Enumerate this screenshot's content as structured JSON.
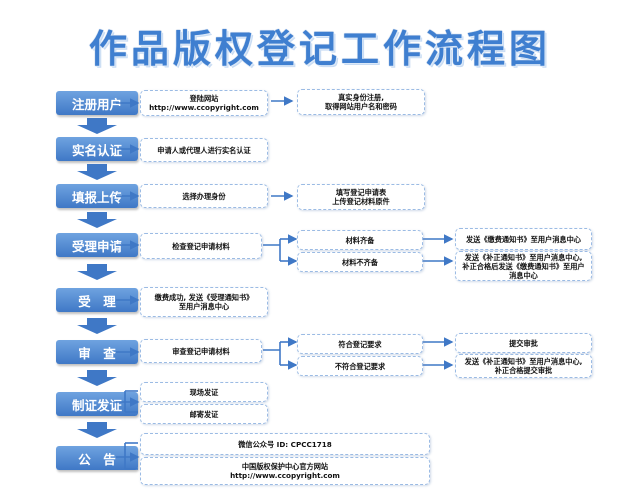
{
  "title": "作品版权登记工作流程图",
  "stages": [
    {
      "label": "注册用户"
    },
    {
      "label": "实名认证"
    },
    {
      "label": "填报上传"
    },
    {
      "label": "受理申请"
    },
    {
      "label": "受　理"
    },
    {
      "label": "审　查"
    },
    {
      "label": "制证发证"
    },
    {
      "label": "公　告"
    }
  ],
  "boxes": {
    "register_site": [
      "登陆网站",
      "http://www.ccopyright.com"
    ],
    "register_result": [
      "真实身份注册,",
      "取得网站用户名和密码"
    ],
    "realname": [
      "申请人或代理人进行实名认证"
    ],
    "choose_identity": [
      "选择办理身份"
    ],
    "fill_upload": [
      "填写登记申请表",
      "上传登记材料原件"
    ],
    "check_materials": [
      "检查登记申请材料"
    ],
    "materials_ok": [
      "材料齐备"
    ],
    "materials_not_ok": [
      "材料不齐备"
    ],
    "send_fee_notice": [
      "发送《缴费通知书》至用户消息中心"
    ],
    "send_correction": [
      "发送《补正通知书》至用户消息中心,",
      "补正合格后发送《缴费通知书》至用户",
      "消息中心"
    ],
    "fee_paid": [
      "缴费成功, 发送《受理通知书》",
      "至用户消息中心"
    ],
    "review_materials": [
      "审查登记申请材料"
    ],
    "meets_req": [
      "符合登记要求"
    ],
    "not_meets_req": [
      "不符合登记要求"
    ],
    "submit_approval": [
      "提交审批"
    ],
    "correction_approval": [
      "发送《补正通知书》至用户消息中心,",
      "补正合格提交审批"
    ],
    "onsite_cert": [
      "现场发证"
    ],
    "mail_cert": [
      "邮寄发证"
    ],
    "wechat": [
      "微信公众号 ID: CPCC1718"
    ],
    "official_site": [
      "中国版权保护中心官方网站",
      "http://www.ccopyright.com"
    ]
  },
  "colors": {
    "title": "#3f7fd0",
    "stage": "#4a84cc",
    "arrow": "#3f78c6",
    "box_border": "#9bbbe4"
  }
}
